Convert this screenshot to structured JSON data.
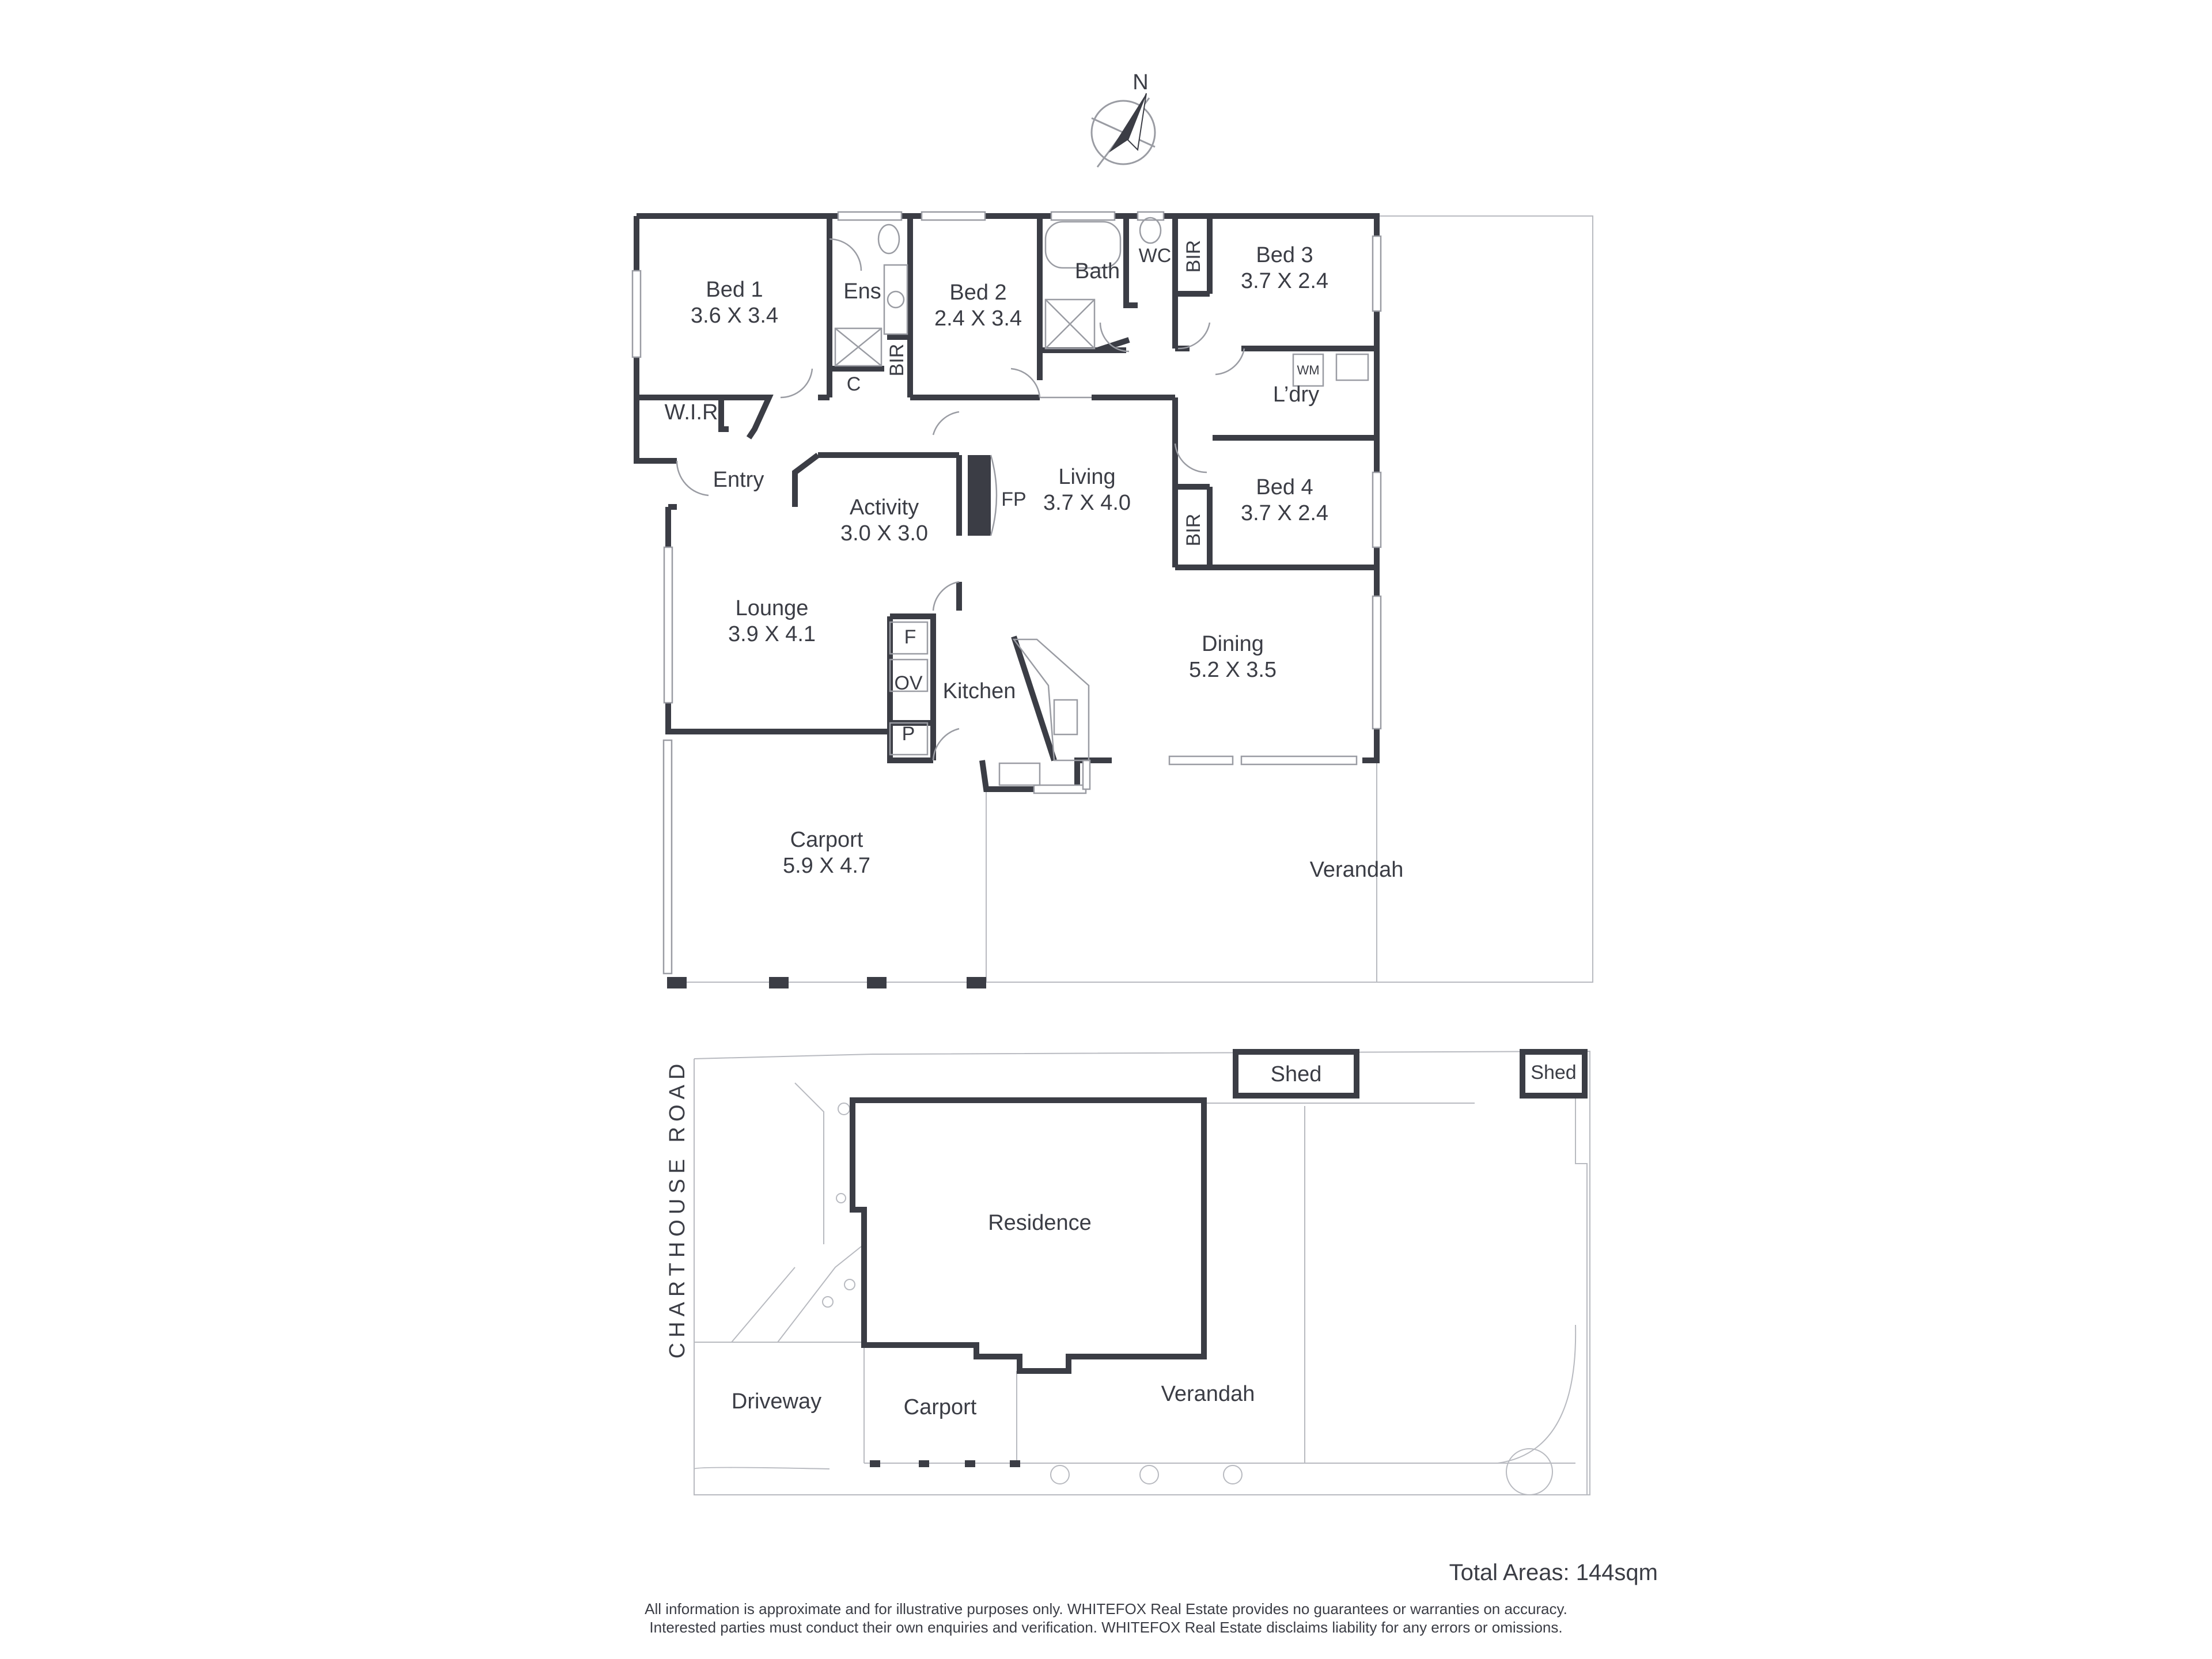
{
  "compass": {
    "label": "N"
  },
  "rooms": {
    "bed1": {
      "name": "Bed 1",
      "size": "3.6 X 3.4"
    },
    "bed2": {
      "name": "Bed 2",
      "size": "2.4 X 3.4"
    },
    "bed3": {
      "name": "Bed 3",
      "size": "3.7 X 2.4"
    },
    "bed4": {
      "name": "Bed 4",
      "size": "3.7 X 2.4"
    },
    "living": {
      "name": "Living",
      "size": "3.7 X 4.0"
    },
    "activity": {
      "name": "Activity",
      "size": "3.0 X 3.0"
    },
    "lounge": {
      "name": "Lounge",
      "size": "3.9 X 4.1"
    },
    "dining": {
      "name": "Dining",
      "size": "5.2 X 3.5"
    },
    "carport": {
      "name": "Carport",
      "size": "5.9 X 4.7"
    },
    "ens": "Ens",
    "bath": "Bath",
    "wc": "WC",
    "laundry": "L’dry",
    "wir": "W.I.R",
    "entry": "Entry",
    "kitchen": "Kitchen",
    "verandah": "Verandah",
    "bir": "BIR",
    "cupboard": "C",
    "fireplace": "FP",
    "fridge": "F",
    "oven": "OV",
    "pantry": "P",
    "washing_machine": "WM"
  },
  "site": {
    "road": "CHARTHOUSE ROAD",
    "residence": "Residence",
    "shed": "Shed",
    "driveway": "Driveway",
    "carport": "Carport",
    "verandah": "Verandah"
  },
  "footer": {
    "total": "Total Areas: 144sqm",
    "disclaimer_1": "All information is approximate and for illustrative purposes only. WHITEFOX Real Estate provides no guarantees or warranties on accuracy.",
    "disclaimer_2": "Interested parties must conduct their own enquiries and verification. WHITEFOX Real Estate disclaims liability for any errors or omissions."
  }
}
